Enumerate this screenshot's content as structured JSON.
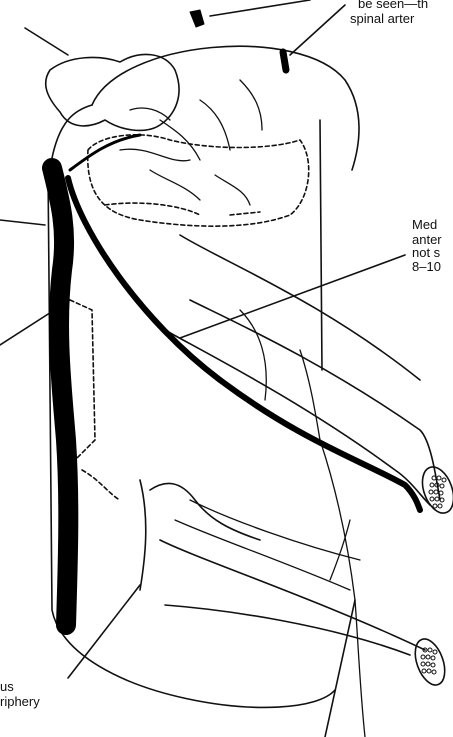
{
  "colors": {
    "ink": "#111111",
    "paper": "#ffffff",
    "vessel": "#000000"
  },
  "labels": {
    "top_right_line1": "be seen—th",
    "top_right_line2": "spinal arter",
    "right_line1": "Med",
    "right_line2": "anter",
    "right_line3": "not s",
    "right_line4": "8–10",
    "bottom_left_line1": "us",
    "bottom_left_line2": "riphery"
  }
}
